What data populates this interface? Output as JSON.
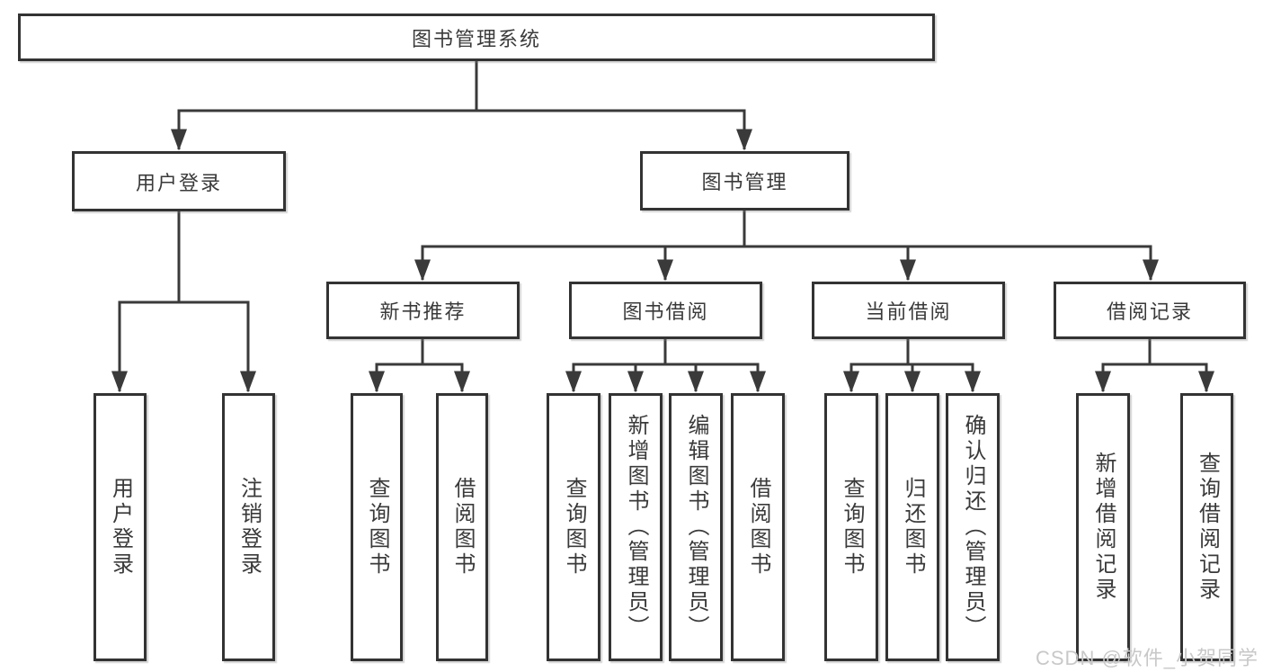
{
  "diagram": {
    "type": "hierarchy",
    "root": {
      "label": "图书管理系统",
      "children": [
        {
          "label": "用户登录",
          "children": [
            {
              "label": "用户登录"
            },
            {
              "label": "注销登录"
            }
          ]
        },
        {
          "label": "图书管理",
          "children": [
            {
              "label": "新书推荐",
              "children": [
                {
                  "label": "查询图书"
                },
                {
                  "label": "借阅图书"
                }
              ]
            },
            {
              "label": "图书借阅",
              "children": [
                {
                  "label": "查询图书"
                },
                {
                  "label": "新增图书（管理员）"
                },
                {
                  "label": "编辑图书（管理员）"
                },
                {
                  "label": "借阅图书"
                }
              ]
            },
            {
              "label": "当前借阅",
              "children": [
                {
                  "label": "查询图书"
                },
                {
                  "label": "归还图书"
                },
                {
                  "label": "确认归还（管理员）"
                }
              ]
            },
            {
              "label": "借阅记录",
              "children": [
                {
                  "label": "新增借阅记录"
                },
                {
                  "label": "查询借阅记录"
                }
              ]
            }
          ]
        }
      ]
    },
    "colors": {
      "line": "#3a3a3a",
      "box_border": "#333333",
      "box_background": "#ffffff",
      "text": "#3a3a3a",
      "watermark_text": "#c8c8c8"
    }
  },
  "watermark": {
    "text": "CSDN @软件_小贺同学"
  }
}
